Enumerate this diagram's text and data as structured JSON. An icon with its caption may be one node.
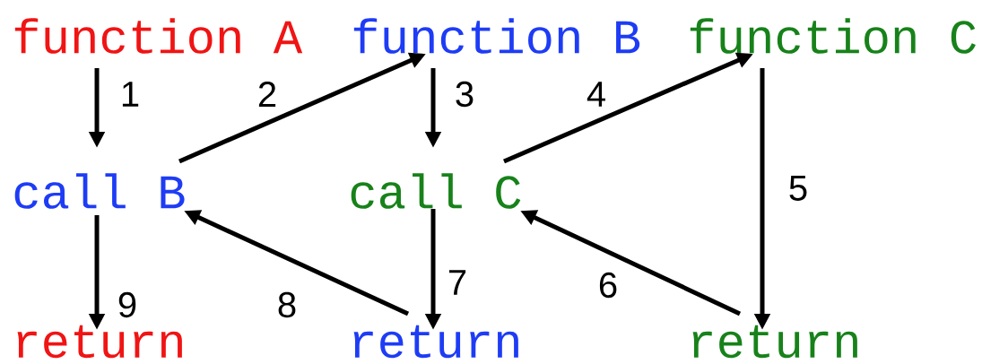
{
  "diagram": {
    "nodes": [
      {
        "text": [
          "function A"
        ]
      },
      {
        "text": [
          "function B"
        ]
      },
      {
        "text": [
          "function C"
        ]
      },
      {
        "text": [
          "call B"
        ]
      },
      {
        "text": [
          "call C"
        ]
      },
      {
        "text": [
          "return"
        ]
      },
      {
        "text": [
          "return"
        ]
      },
      {
        "text": [
          "return"
        ]
      }
    ],
    "edges": [
      {
        "from": 0,
        "to": 3,
        "arrow": "to",
        "label": "1"
      },
      {
        "from": 3,
        "to": 1,
        "arrow": "to",
        "label": "2"
      },
      {
        "from": 1,
        "to": 4,
        "arrow": "to",
        "label": "3"
      },
      {
        "from": 4,
        "to": 2,
        "arrow": "to",
        "label": "4"
      },
      {
        "from": 2,
        "to": 7,
        "arrow": "to",
        "label": "5"
      },
      {
        "from": 7,
        "to": 4,
        "arrow": "to",
        "label": "6"
      },
      {
        "from": 4,
        "to": 6,
        "arrow": "to",
        "label": "7"
      },
      {
        "from": 6,
        "to": 3,
        "arrow": "to",
        "label": "8"
      },
      {
        "from": 3,
        "to": 5,
        "arrow": "to",
        "label": "9"
      }
    ]
  }
}
